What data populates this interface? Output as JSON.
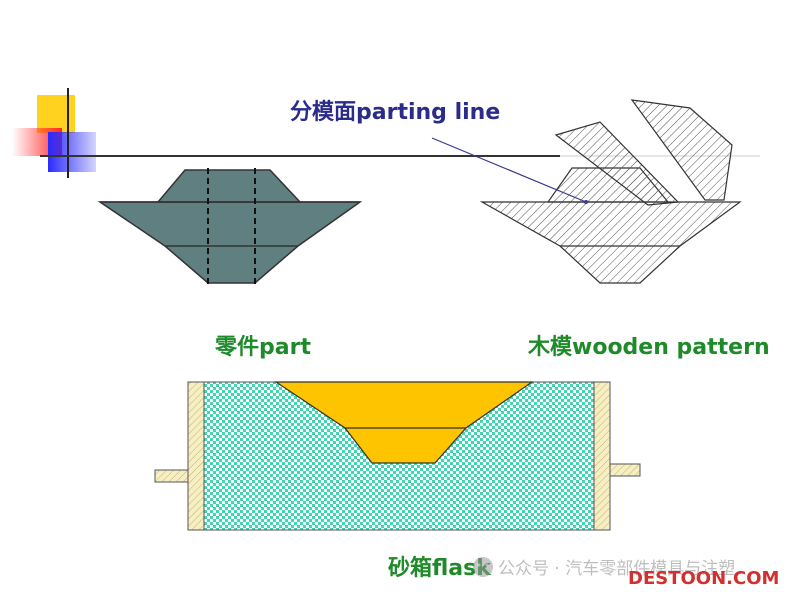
{
  "labels": {
    "parting_line": "分模面parting line",
    "part": "零件part",
    "wooden_pattern": "木模wooden pattern",
    "flask": "砂箱flask"
  },
  "watermark": {
    "wechat": "公众号 · 汽车零部件模具与注塑",
    "site": "DESTOON.COM"
  },
  "colors": {
    "label_blue": "#2b2b8c",
    "label_green": "#1f8a2a",
    "part_fill": "#5f7f80",
    "sand_green": "#3fd6b0",
    "pattern_yellow": "#ffc400",
    "flask_wood": "#f0e6b0",
    "deco_yellow": "#ffd21f",
    "deco_red": "#ff2a2a",
    "deco_blue": "#2a2aff"
  },
  "icons": {
    "wechat_logo": "wechat-icon"
  }
}
